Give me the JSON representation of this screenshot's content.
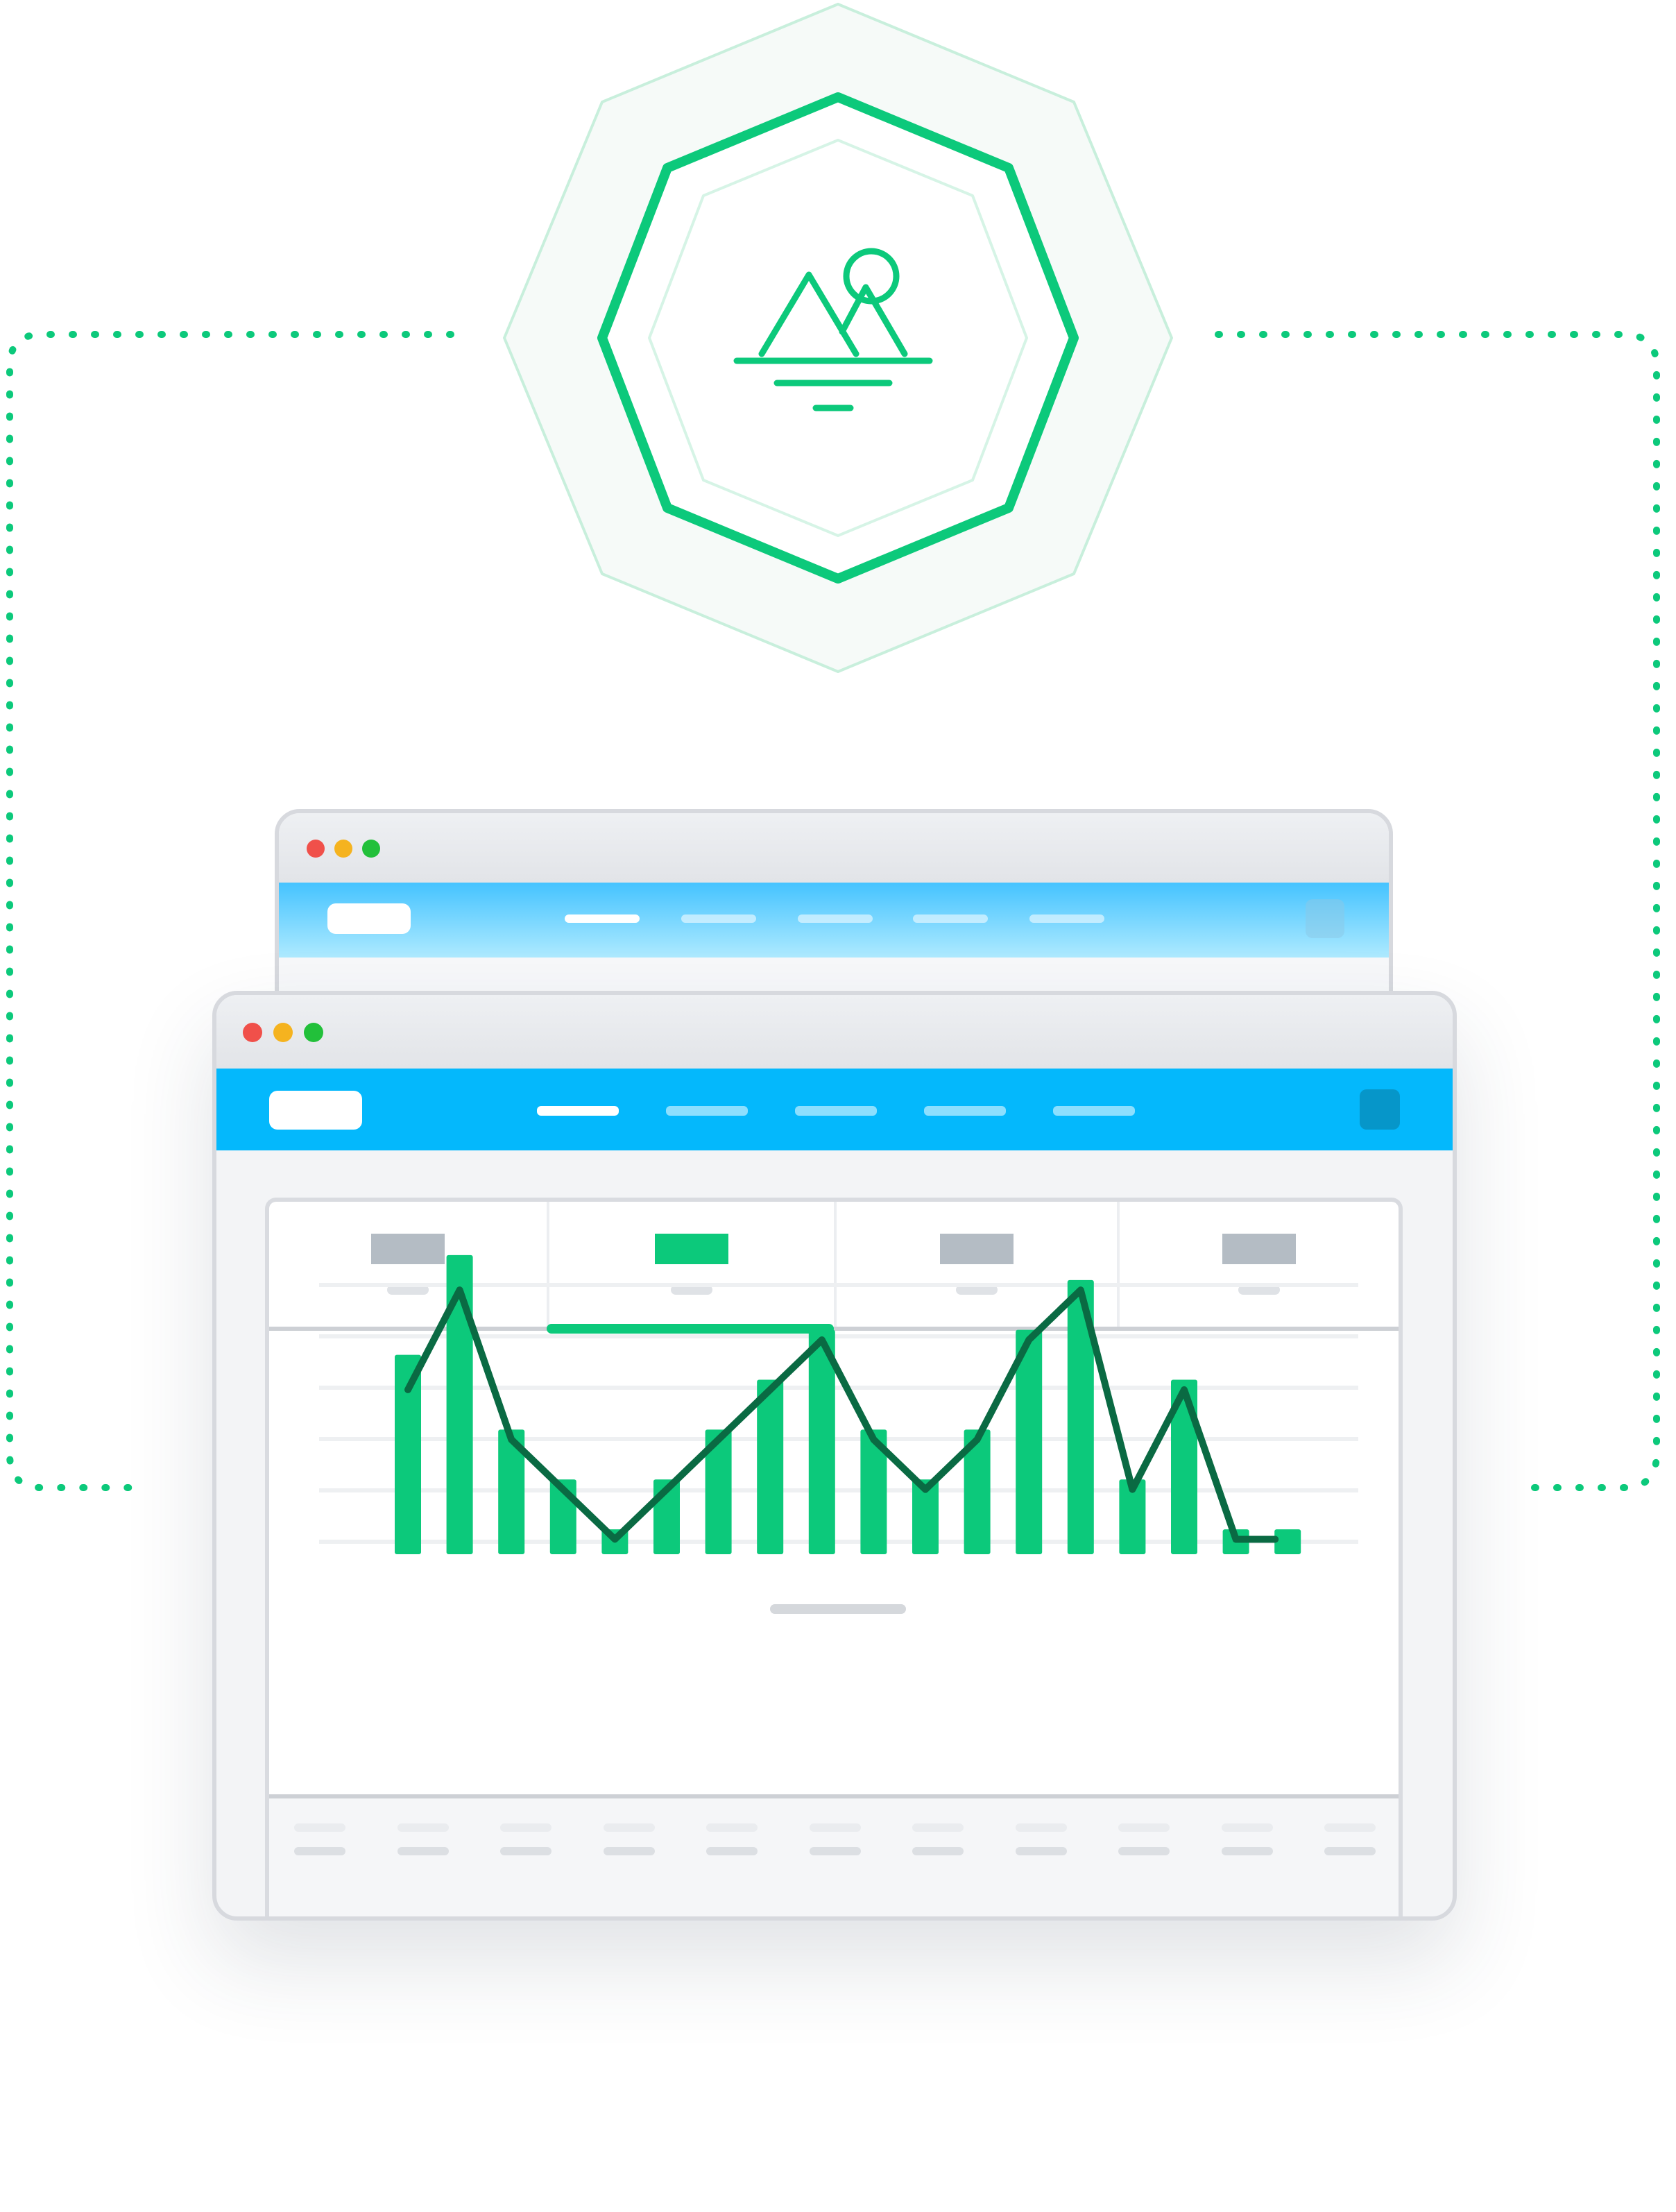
{
  "colors": {
    "accent_green": "#0cc97b",
    "line_dark_green": "#0a6a43",
    "nav_blue": "#04b8fc",
    "inactive_tab_gray": "#b4bcc4",
    "traffic_red": "#f0504a",
    "traffic_yellow": "#f5b31f",
    "traffic_green": "#22c03a"
  },
  "icons": {
    "hero": "image-landscape-icon",
    "frame": "octagon-badge"
  },
  "back_window": {
    "nav_items_count": 5,
    "active_nav_index": 0
  },
  "front_window": {
    "nav_items_count": 5,
    "active_nav_index": 0,
    "tabs_count": 4,
    "active_tab_index": 1
  },
  "chart_data": {
    "type": "bar",
    "series": [
      {
        "kind": "bar",
        "values": [
          4,
          6,
          2.5,
          1.5,
          0.5,
          1.5,
          2.5,
          3.5,
          4.5,
          2.5,
          1.5,
          2.5,
          4.5,
          5.5,
          1.5,
          3.5,
          0.5,
          0.5
        ]
      },
      {
        "kind": "line",
        "values": [
          3.3,
          5.3,
          2.3,
          1.3,
          0.3,
          1.3,
          2.3,
          3.3,
          4.3,
          2.3,
          1.3,
          2.3,
          4.3,
          5.3,
          1.3,
          3.3,
          0.3,
          0.3
        ]
      }
    ],
    "ylim": [
      0,
      5.4
    ],
    "grid": true,
    "gridlines": 6
  }
}
